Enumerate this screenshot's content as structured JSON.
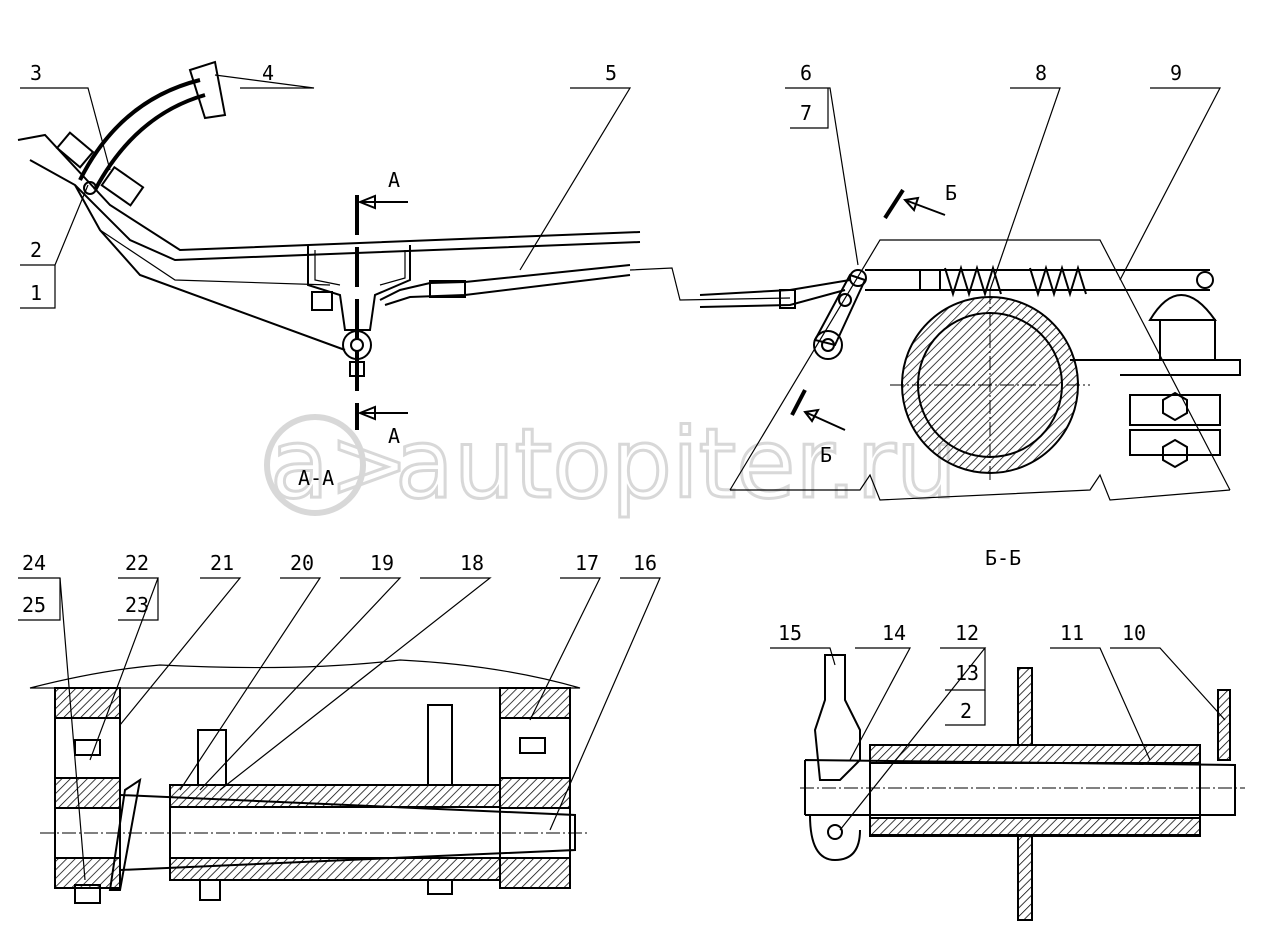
{
  "labels": {
    "l1": "1",
    "l2": "2",
    "l3": "3",
    "l4": "4",
    "l5": "5",
    "l6": "6",
    "l7": "7",
    "l8": "8",
    "l9": "9",
    "l10": "10",
    "l11": "11",
    "l12": "12",
    "l13": "13",
    "l2b": "2",
    "l14": "14",
    "l15": "15",
    "l16": "16",
    "l17": "17",
    "l18": "18",
    "l19": "19",
    "l20": "20",
    "l21": "21",
    "l22": "22",
    "l23": "23",
    "l24": "24",
    "l25": "25"
  },
  "sections": {
    "a_top": "А",
    "a_bottom": "А",
    "b_top": "Б",
    "b_bottom": "Б",
    "section_aa": "А-А",
    "section_bb": "Б-Б"
  },
  "watermark": {
    "text": "autopiter.ru",
    "logo": "a>"
  }
}
